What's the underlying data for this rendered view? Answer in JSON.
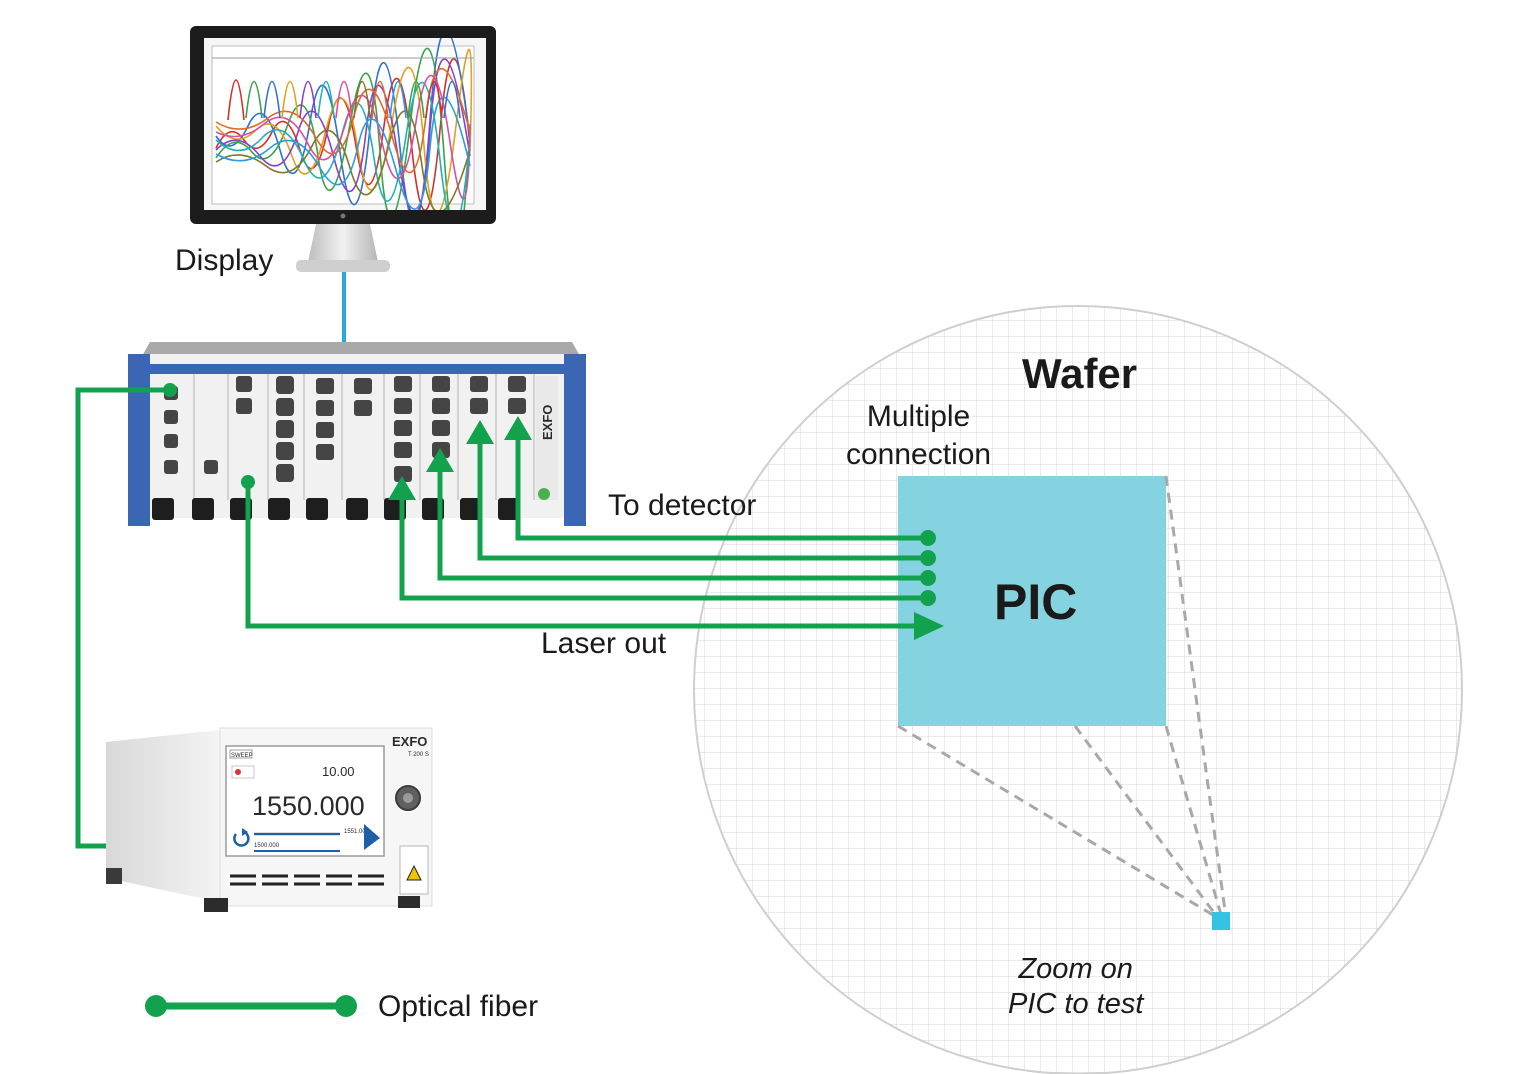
{
  "labels": {
    "display": "Display",
    "wafer": "Wafer",
    "multiple_connection_line1": "Multiple",
    "multiple_connection_line2": "connection",
    "to_detector": "To detector",
    "laser_out": "Laser out",
    "pic": "PIC",
    "zoom_line1": "Zoom on",
    "zoom_line2": "PIC to test",
    "optical_fiber": "Optical fiber"
  },
  "devices": {
    "mainframe_brand": "EXFO",
    "laser_brand": "EXFO",
    "laser_model": "T 200 S",
    "laser_power": "10.00",
    "laser_wavelength": "1550.000",
    "laser_mode": "SWEEP",
    "laser_start": "1500.000",
    "laser_stop": "1551.000"
  },
  "colors": {
    "fiber": "#12a24e",
    "pic": "#85d2e0",
    "wafer_grid": "#d4d4d4",
    "display_link": "#2aa9de",
    "mainframe_frame": "#3b66b4",
    "chip_marker": "#35c3e3"
  },
  "icons": {
    "monitor": "monitor-icon",
    "mainframe": "mainframe-icon",
    "laser_source": "laser-source-icon",
    "laser_warning": "laser-warning-icon"
  }
}
